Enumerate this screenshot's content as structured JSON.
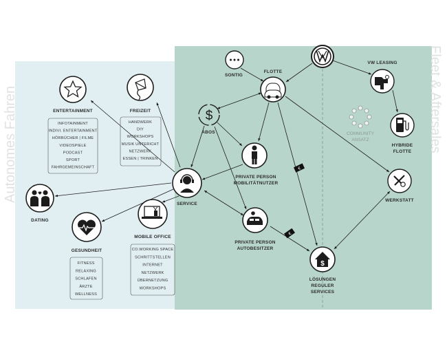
{
  "zones": {
    "autonomous": "Autonomes Fahren",
    "fleet": "Fleet & Aftersales"
  },
  "nodes": {
    "vw": {
      "icon": "vw-logo-icon"
    },
    "flotte": {
      "label": "FLOTTE",
      "icon": "cars-icon"
    },
    "sontig": {
      "label": "SONTIG",
      "icon": "dots-icon"
    },
    "abos": {
      "label": "ABOS",
      "icon": "dollar-cycle-icon"
    },
    "vw_leasing": {
      "label": "VW LEASING",
      "icon": "hand-car-icon"
    },
    "hybride": {
      "label": [
        "HYBRIDE",
        "FLOTTE"
      ],
      "icon": "fuel-pump-icon"
    },
    "community": {
      "label": [
        "COMMUNITY",
        "ANSATZ"
      ],
      "icon": "community-ring-icon"
    },
    "entertainment": {
      "label": "ENTERTAINMENT",
      "icon": "star-icon",
      "items": [
        "INFOTAINMENT",
        "INDIVI. ENTERTAINMENT",
        "HÖRBÜCHER | FILME",
        "VIDEOSPIELE",
        "PODCAST",
        "SPORT",
        "FAHRGEMEINSCHAFT"
      ]
    },
    "freizeit": {
      "label": "FREIZEIT",
      "icon": "kite-icon",
      "items": [
        "HANDWERK",
        "DIY",
        "WORKSHOPS",
        "MUSIK UNTERICHT",
        "NETZWERK",
        "ESSEN | TRINKEN"
      ]
    },
    "service": {
      "label": "SERVICE",
      "icon": "headset-agent-icon"
    },
    "private_person_mob": {
      "label": [
        "PRIVATE PERSON",
        "MOBILITÄTNUTZER"
      ],
      "icon": "person-icon"
    },
    "werkstatt": {
      "label": "WERKSTATT",
      "icon": "tools-icon"
    },
    "dating": {
      "label": "DATING",
      "icon": "couple-heart-icon"
    },
    "mobile_office": {
      "label": "MOBILE OFFICE",
      "icon": "laptop-icon",
      "items": [
        "CO.WORKING SPACE",
        "SCHRITTSTELLEN",
        "INTERNET",
        "NETZWERK",
        "ÜBERNETZUNG",
        "WORKSHOPS"
      ]
    },
    "gesundheit": {
      "label": "GESUNDHEIT",
      "icon": "heart-pulse-icon",
      "items": [
        "FITNESS",
        "RELAXING",
        "SCHLAFEN",
        "ÄRZTE",
        "WELLNESS"
      ]
    },
    "private_person_auto": {
      "label": [
        "PRIVATE PERSON",
        "AUTOBESITZER"
      ],
      "icon": "person-car-icon"
    },
    "loesungen": {
      "label": [
        "LÖSUNGEN",
        "REGULER",
        "SERVICES"
      ],
      "icon": "house-dollar-icon"
    }
  },
  "colors": {
    "zone_left": "#e1eff3",
    "zone_right": "#b7d5cb",
    "ink": "#1c1c1c",
    "zone_text": "#dfe3e3"
  }
}
